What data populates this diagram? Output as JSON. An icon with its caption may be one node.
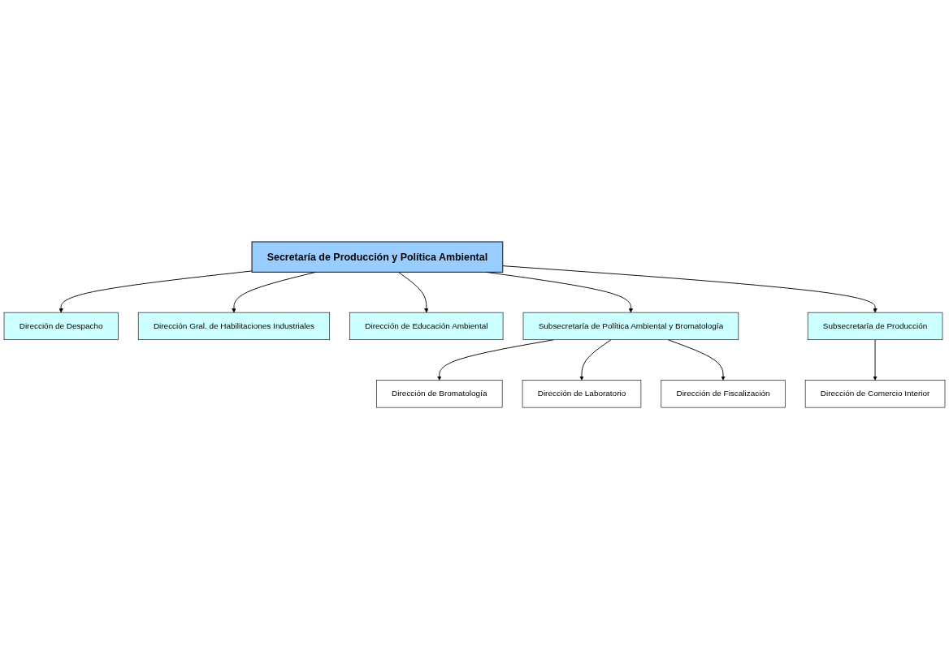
{
  "diagram": {
    "nodes": [
      {
        "text": [
          "Secretaría de Producción y Política Ambiental"
        ]
      },
      {
        "text": [
          "Dirección de Despacho"
        ]
      },
      {
        "text": [
          "Dirección Gral. de Habilitaciones Industriales"
        ]
      },
      {
        "text": [
          "Dirección de Educación Ambiental"
        ]
      },
      {
        "text": [
          "Subsecretaría de Política Ambiental y Bromatología"
        ]
      },
      {
        "text": [
          "Subsecretaría de Producción"
        ]
      },
      {
        "text": [
          "Dirección de Comercio Interior"
        ]
      },
      {
        "text": [
          "Dirección de Bromatología"
        ]
      },
      {
        "text": [
          "Dirección de Laboratorio"
        ]
      },
      {
        "text": [
          "Dirección de Fiscalización"
        ]
      }
    ],
    "edges": [
      {
        "from": 0,
        "to": 1,
        "arrow": "to"
      },
      {
        "from": 0,
        "to": 2,
        "arrow": "to"
      },
      {
        "from": 0,
        "to": 3,
        "arrow": "to"
      },
      {
        "from": 0,
        "to": 4,
        "arrow": "to"
      },
      {
        "from": 0,
        "to": 5,
        "arrow": "to"
      },
      {
        "from": 5,
        "to": 6,
        "arrow": "to"
      },
      {
        "from": 4,
        "to": 7,
        "arrow": "to"
      },
      {
        "from": 4,
        "to": 8,
        "arrow": "to"
      },
      {
        "from": 4,
        "to": 9,
        "arrow": "to"
      }
    ]
  }
}
